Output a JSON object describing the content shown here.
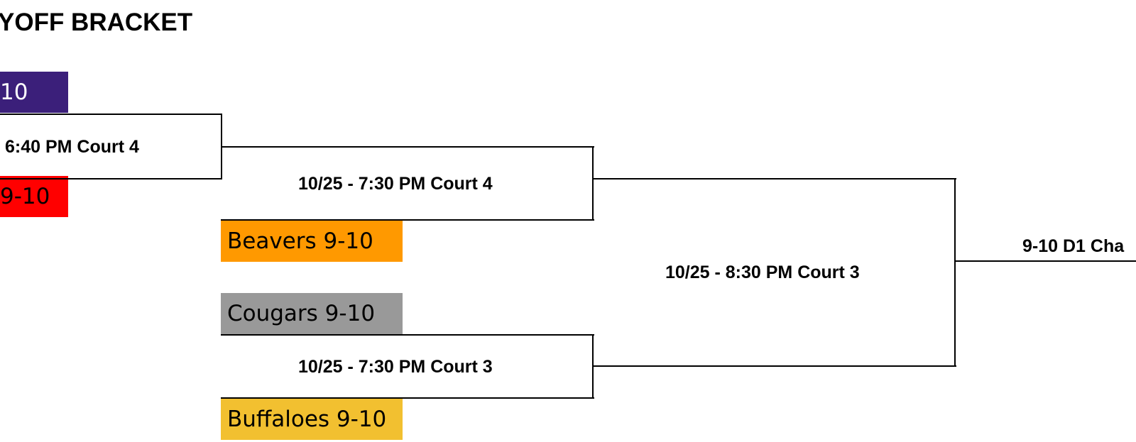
{
  "title": "YOFF BRACKET",
  "colors": {
    "team1": "#3b1f7a",
    "team2": "#ff0000",
    "beavers": "#ff9900",
    "cougars": "#999999",
    "buffaloes": "#f2c030",
    "line": "#000000"
  },
  "teams": {
    "team1": "10",
    "team2": "9-10",
    "beavers": "Beavers 9-10",
    "cougars": "Cougars 9-10",
    "buffaloes": "Buffaloes 9-10"
  },
  "games": {
    "round1": "6:40 PM Court 4",
    "semi_top": "10/25 - 7:30 PM Court 4",
    "semi_bottom": "10/25 - 7:30 PM Court 3",
    "final": "10/25 - 8:30 PM Court 3",
    "championship": "9-10 D1 Cha"
  }
}
